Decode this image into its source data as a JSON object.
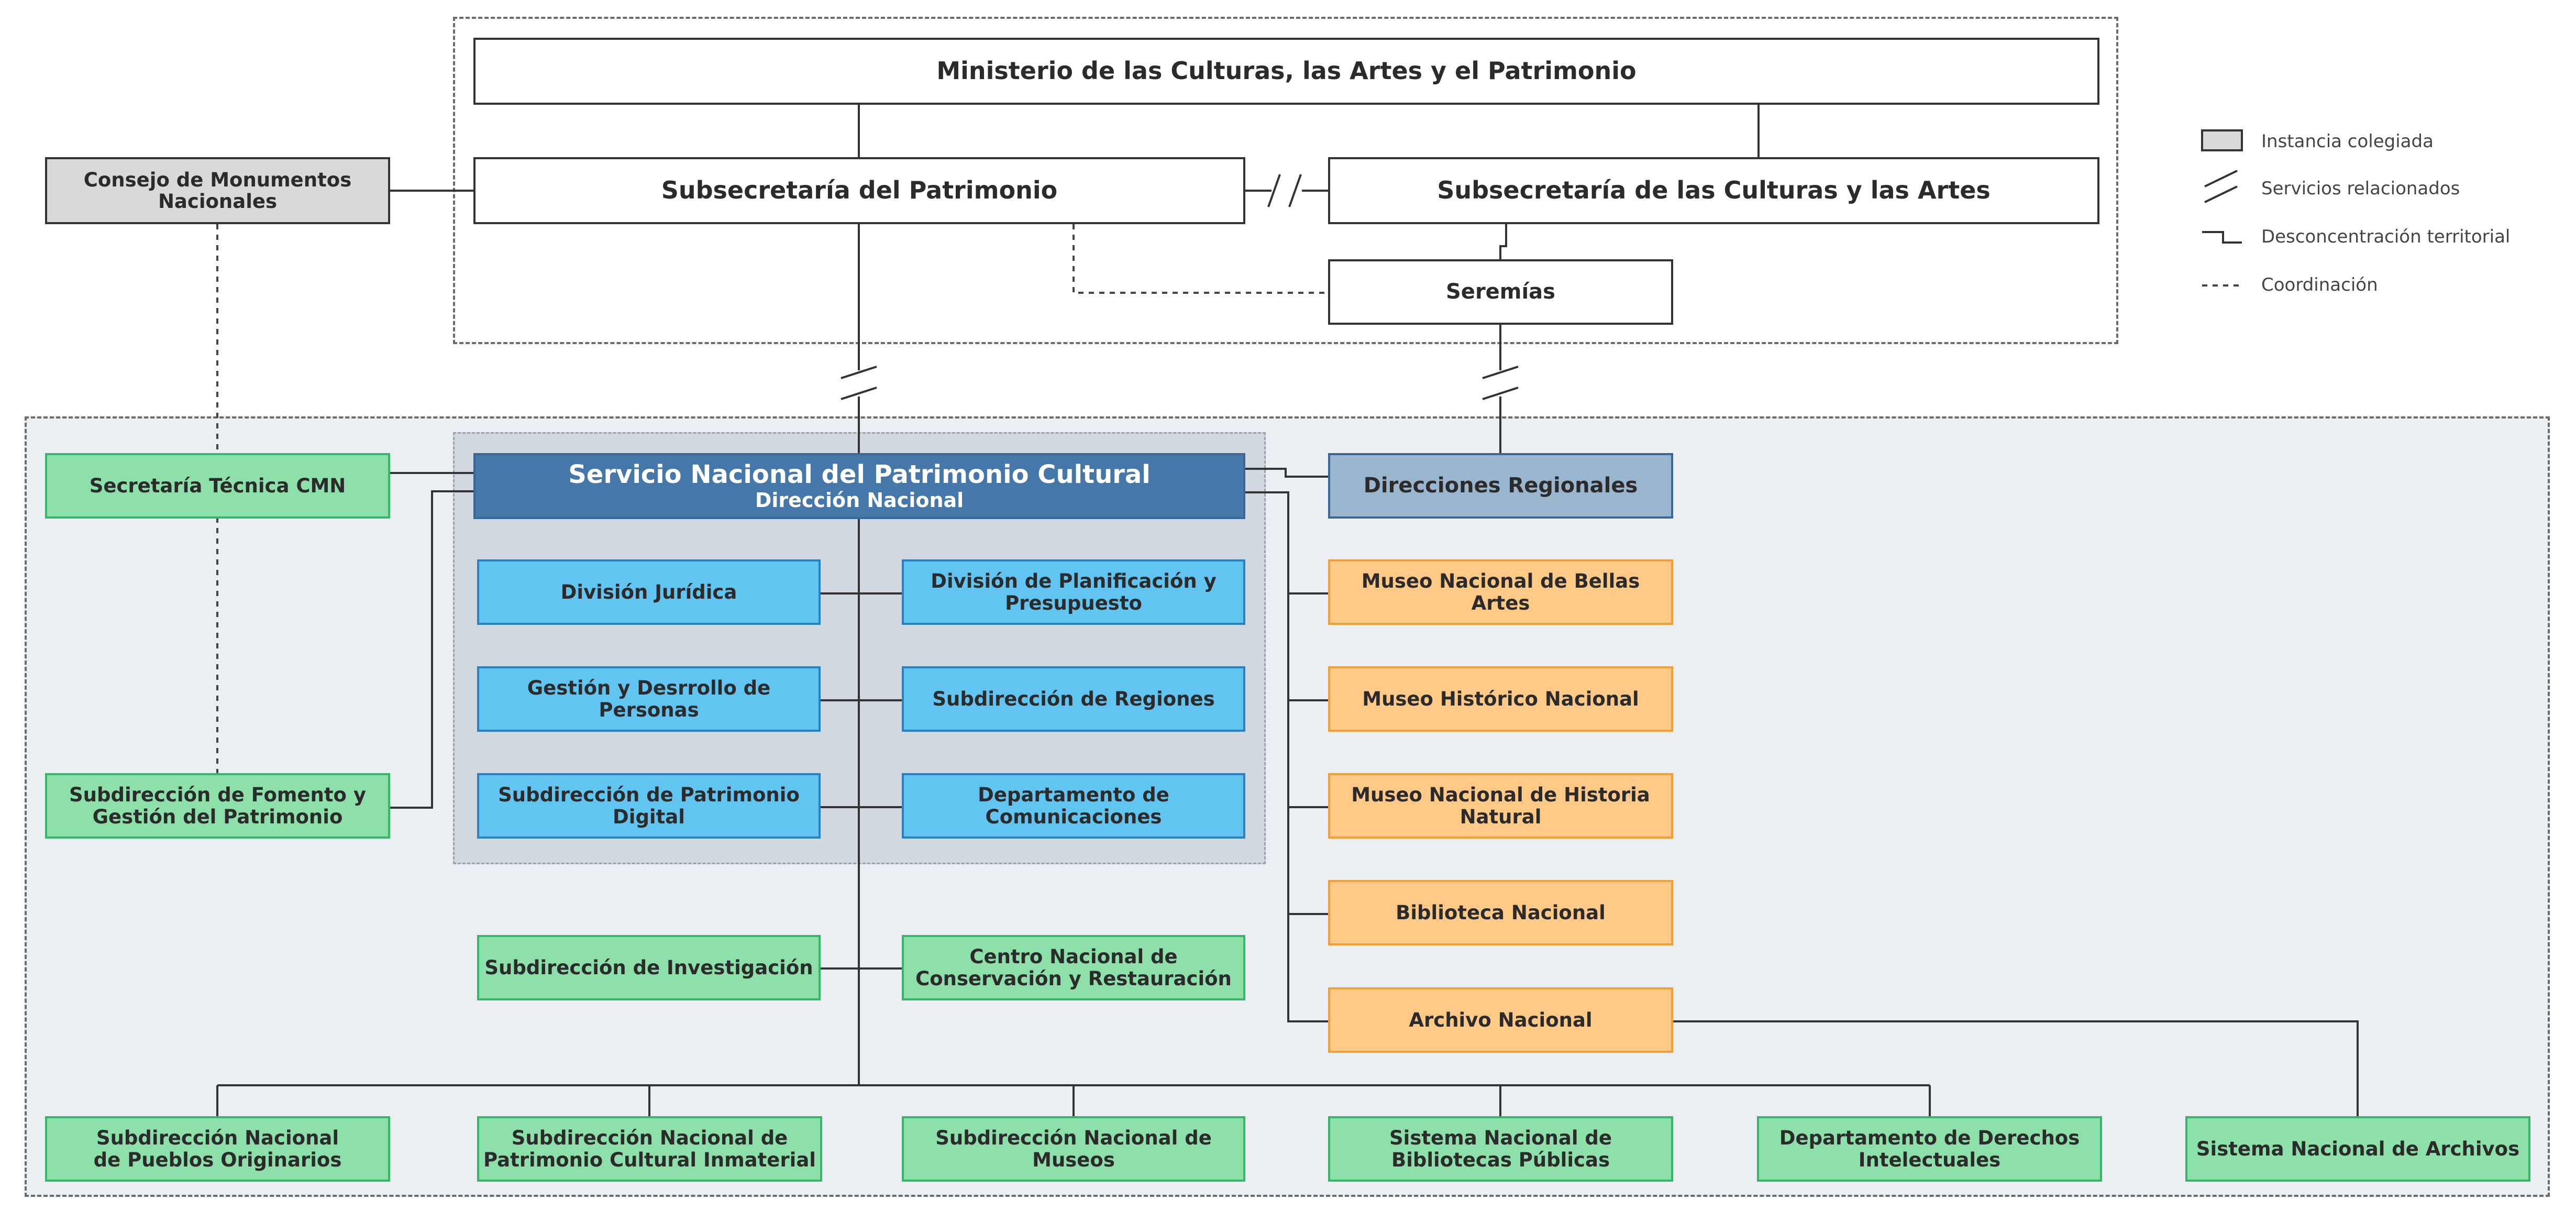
{
  "boxes": {
    "ministerio": "Ministerio de las Culturas, las Artes y el Patrimonio",
    "subsecretaria_patrimonio": "Subsecretaría del Patrimonio",
    "subsecretaria_culturas": "Subsecretaría de las Culturas y las Artes",
    "seremias": "Seremías",
    "consejo_monumentos": "Consejo de Monumentos Nacionales",
    "servicio_nacional": "Servicio Nacional del Patrimonio Cultural",
    "direccion_nacional": "Dirección Nacional",
    "direcciones_regionales": "Direcciones Regionales",
    "secretaria_tecnica": "Secretaría Técnica CMN",
    "subdireccion_fomento": "Subdirección de Fomento y\nGestión del Patrimonio",
    "division_juridica": "División Jurídica",
    "division_planificacion": "División de Planificación y Presupuesto",
    "gestion_personas": "Gestión y Desrrollo de Personas",
    "subdireccion_regiones": "Subdirección de Regiones",
    "subdireccion_patrimonio_digital": "Subdirección de Patrimonio Digital",
    "departamento_comunicaciones": "Departamento de Comunicaciones",
    "subdireccion_investigacion": "Subdirección de Investigación",
    "centro_conservacion": "Centro Nacional de\nConservación y Restauración",
    "museo_bellas_artes": "Museo Nacional de Bellas Artes",
    "museo_historico": "Museo Histórico Nacional",
    "museo_historia_natural": "Museo Nacional de Historia Natural",
    "biblioteca_nacional": "Biblioteca Nacional",
    "archivo_nacional": "Archivo Nacional",
    "pueblos_originarios": "Subdirección Nacional\nde Pueblos Originarios",
    "patrimonio_inmaterial": "Subdirección Nacional de\nPatrimonio Cultural Inmaterial",
    "museos": "Subdirección Nacional de Museos",
    "bibliotecas_publicas": "Sistema Nacional de\nBibliotecas Públicas",
    "derechos_intelectuales": "Departamento de Derechos\nIntelectuales",
    "sistema_archivos": "Sistema Nacional de Archivos"
  },
  "legend": {
    "colegiada": "Instancia colegiada",
    "relacionados": "Servicios relacionados",
    "desconcentracion": "Desconcentración territorial",
    "coordinacion": "Coordinación"
  },
  "colors": {
    "line": "#333333",
    "green": "#8ee0ab",
    "light_blue": "#62c4f0",
    "orange": "#ffc987",
    "dark_blue": "#4577a8",
    "steel_blue": "#9ab6cf",
    "gray": "#d9d9d9"
  }
}
